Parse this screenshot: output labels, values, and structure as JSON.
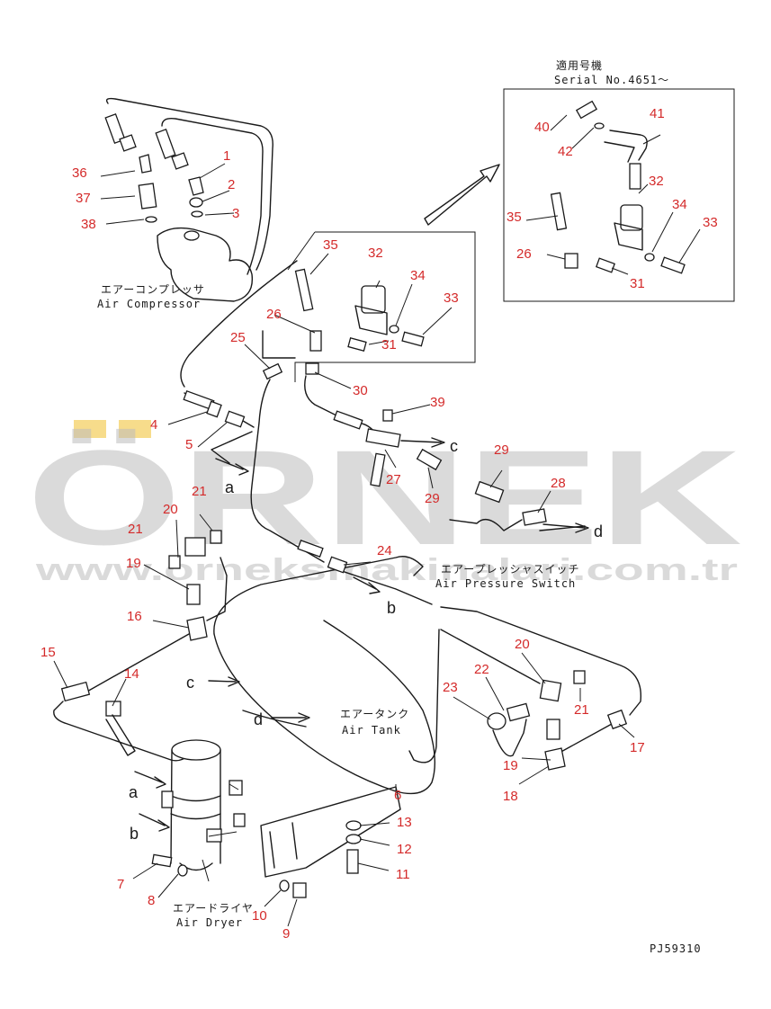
{
  "header": {
    "serial_jp": "適用号機",
    "serial_en": "Serial No.4651～"
  },
  "components": [
    {
      "key": "air_compressor",
      "jp": "エアーコンプレッサ",
      "en": "Air Compressor"
    },
    {
      "key": "air_pressure_switch",
      "jp": "エアープレッシャスイッチ",
      "en": "Air Pressure Switch"
    },
    {
      "key": "air_tank",
      "jp": "エアータンク",
      "en": "Air Tank"
    },
    {
      "key": "air_dryer",
      "jp": "エアードライヤ",
      "en": "Air Dryer"
    }
  ],
  "part_numbers": [
    "1",
    "2",
    "3",
    "4",
    "5",
    "6",
    "7",
    "8",
    "9",
    "10",
    "11",
    "12",
    "13",
    "14",
    "15",
    "16",
    "17",
    "18",
    "19",
    "19",
    "20",
    "20",
    "21",
    "21",
    "21",
    "22",
    "23",
    "24",
    "25",
    "26",
    "26",
    "27",
    "28",
    "29",
    "29",
    "30",
    "31",
    "31",
    "32",
    "32",
    "33",
    "33",
    "34",
    "34",
    "35",
    "35",
    "36",
    "37",
    "38",
    "39",
    "40",
    "41",
    "42"
  ],
  "connection_letters": [
    "a",
    "a",
    "b",
    "b",
    "c",
    "c",
    "d",
    "d"
  ],
  "drawing_code": "PJ59310",
  "watermark": {
    "main": "ÖRNEK",
    "url": "www.orneksmakinalari.com.tr"
  }
}
